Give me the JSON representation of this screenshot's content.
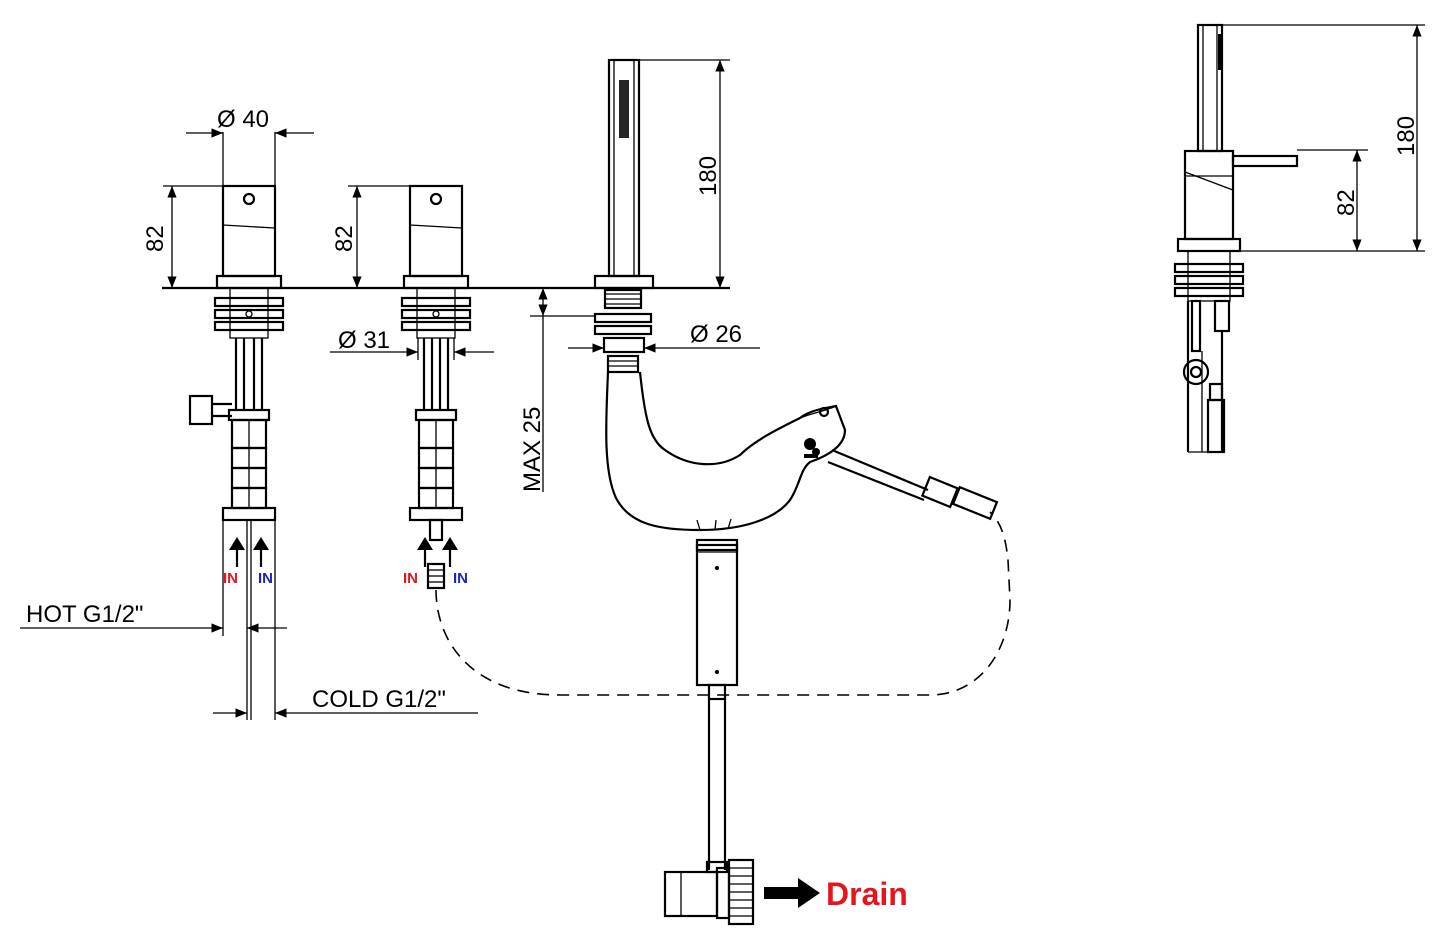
{
  "dimensions": {
    "dia_40": "Ø 40",
    "dia_31": "Ø 31",
    "dia_26": "Ø 26",
    "h82_left": "82",
    "h82_mid": "82",
    "h180_main": "180",
    "max25": "MAX 25",
    "side_180": "180",
    "side_82": "82"
  },
  "connections": {
    "hot": "HOT G1/2\"",
    "cold": "COLD G1/2\"",
    "in_label": "IN",
    "in_hot_color": "#e8141c",
    "in_cold_color": "#1c22c8"
  },
  "drain": {
    "label": "Drain",
    "color": "#e8141c"
  }
}
